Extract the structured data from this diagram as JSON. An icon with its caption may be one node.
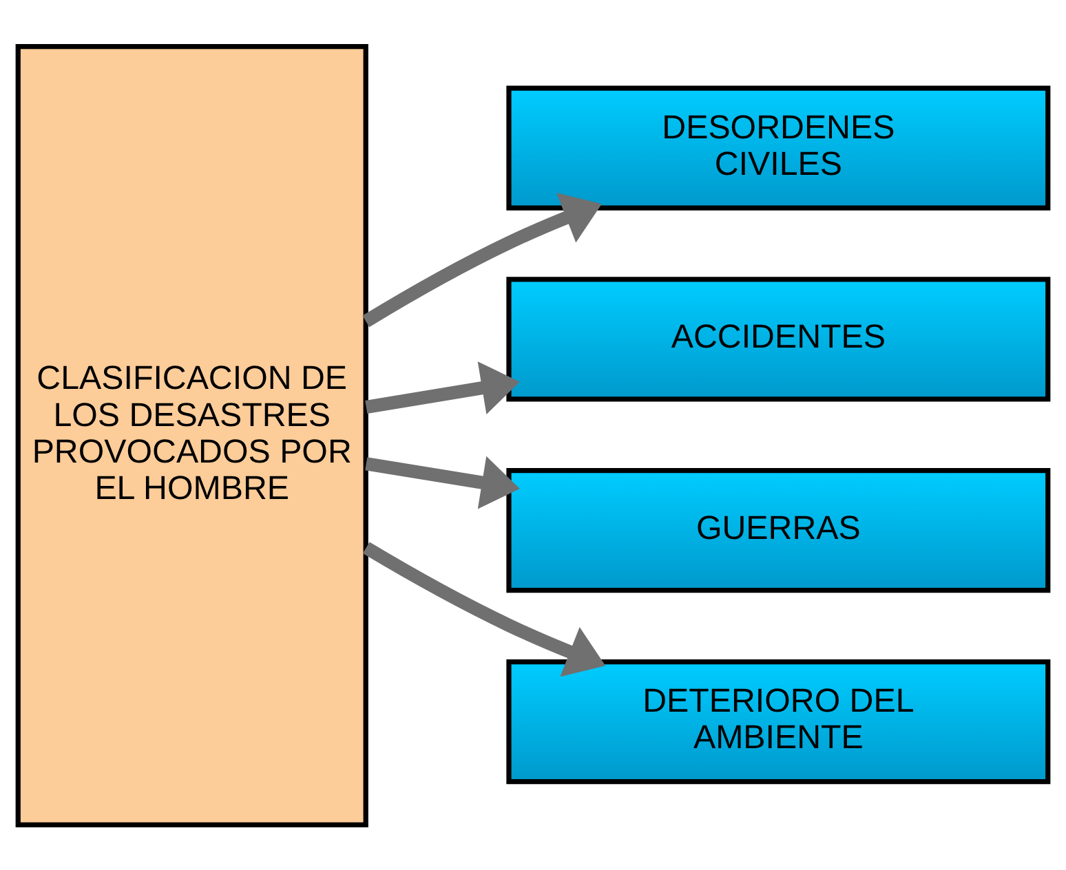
{
  "diagram": {
    "nodes": [
      {
        "text": [
          "CLASIFICACION DE LOS DESASTRES PROVOCADOS POR EL HOMBRE"
        ]
      },
      {
        "text": [
          "DESORDENES CIVILES"
        ]
      },
      {
        "text": [
          "ACCIDENTES"
        ]
      },
      {
        "text": [
          "GUERRAS"
        ]
      },
      {
        "text": [
          "DETERIORO DEL AMBIENTE"
        ]
      }
    ],
    "edges": [
      {
        "from": 0,
        "to": 1,
        "arrow": "to"
      },
      {
        "from": 0,
        "to": 2,
        "arrow": "to"
      },
      {
        "from": 0,
        "to": 3,
        "arrow": "to"
      },
      {
        "from": 0,
        "to": 4,
        "arrow": "to"
      }
    ]
  }
}
